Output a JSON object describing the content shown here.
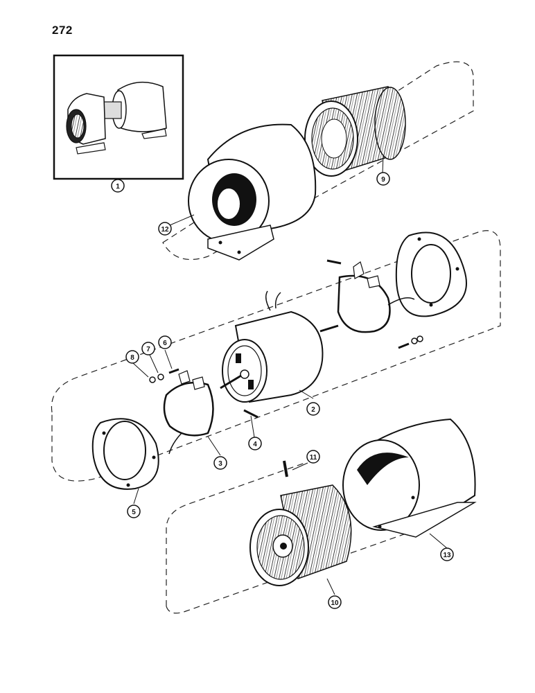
{
  "page": {
    "number": "272"
  },
  "callouts": {
    "c1": "1",
    "c2": "2",
    "c3": "3",
    "c4": "4",
    "c5": "5",
    "c6": "6",
    "c7": "7",
    "c8": "8",
    "c9": "9",
    "c10": "10",
    "c11": "11",
    "c12": "12",
    "c13": "13"
  }
}
